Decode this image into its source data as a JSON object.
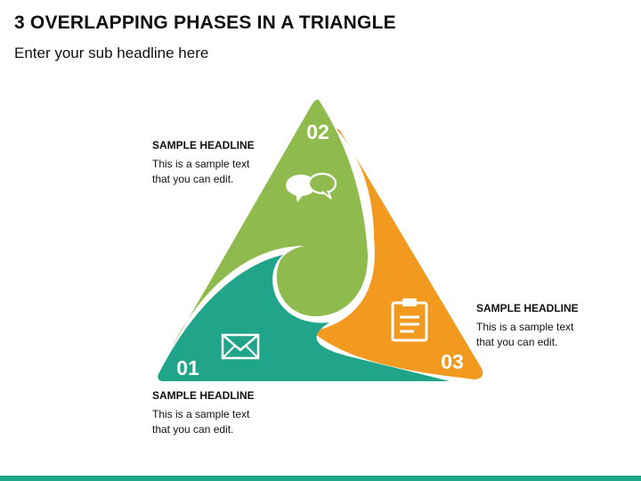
{
  "header": {
    "title": "3 OVERLAPPING PHASES IN A TRIANGLE",
    "subtitle": "Enter your sub headline here"
  },
  "phases": [
    {
      "number": "01",
      "icon": "envelope-icon",
      "color": "#20a58a"
    },
    {
      "number": "02",
      "icon": "speech-bubbles-icon",
      "color": "#8fba4d"
    },
    {
      "number": "03",
      "icon": "clipboard-icon",
      "color": "#f29a20"
    }
  ],
  "callouts": [
    {
      "headline": "SAMPLE HEADLINE",
      "line1": "This is a sample text",
      "line2": "that you can edit."
    },
    {
      "headline": "SAMPLE HEADLINE",
      "line1": "This is a sample text",
      "line2": "that you can edit."
    },
    {
      "headline": "SAMPLE HEADLINE",
      "line1": "This is a sample text",
      "line2": "that you can edit."
    }
  ],
  "footer": {
    "bar_color": "#1fa58a"
  }
}
